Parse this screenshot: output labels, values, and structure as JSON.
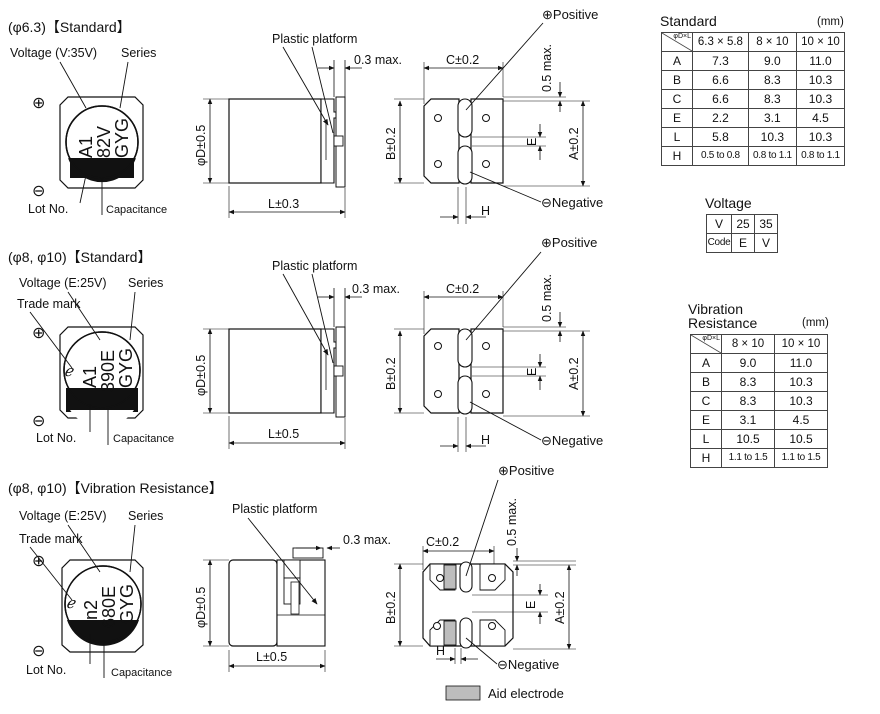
{
  "sections": [
    {
      "title": "(φ6.3)【Standard】",
      "marking": {
        "line1": "A1",
        "line2": "82V",
        "line3": "GYG"
      },
      "labels": {
        "voltage": "Voltage (V:35V)",
        "series": "Series",
        "trade_mark": "",
        "lot": "Lot No.",
        "capacitance": "Capacitance",
        "plus": "⊕",
        "minus": "⊖"
      },
      "side": {
        "platform": "Plastic platform",
        "max": "0.3 max.",
        "diameter": "φD±0.5",
        "length": "L±0.3"
      },
      "bottom": {
        "c": "C±0.2",
        "b": "B±0.2",
        "a": "A±0.2",
        "e": "E",
        "h": "H",
        "max": "0.5 max.",
        "positive": "⊕Positive",
        "negative": "⊖Negative"
      }
    },
    {
      "title": "(φ8, φ10)【Standard】",
      "marking": {
        "line1": "A1",
        "line2": "390E",
        "line3": "GYG"
      },
      "labels": {
        "voltage": "Voltage (E:25V)",
        "series": "Series",
        "trade_mark": "Trade mark",
        "lot": "Lot No.",
        "capacitance": "Capacitance",
        "plus": "⊕",
        "minus": "⊖"
      },
      "side": {
        "platform": "Plastic platform",
        "max": "0.3 max.",
        "diameter": "φD±0.5",
        "length": "L±0.5"
      },
      "bottom": {
        "c": "C±0.2",
        "b": "B±0.2",
        "a": "A±0.2",
        "e": "E",
        "h": "H",
        "max": "0.5 max.",
        "positive": "⊕Positive",
        "negative": "⊖Negative"
      }
    },
    {
      "title": "(φ8, φ10)【Vibration Resistance】",
      "marking": {
        "line1": "n2",
        "line2": "680E",
        "line3": "GYG"
      },
      "labels": {
        "voltage": "Voltage (E:25V)",
        "series": "Series",
        "trade_mark": "Trade mark",
        "lot": "Lot No.",
        "capacitance": "Capacitance",
        "plus": "⊕",
        "minus": "⊖"
      },
      "side": {
        "platform": "Plastic platform",
        "max": "0.3 max.",
        "diameter": "φD±0.5",
        "length": "L±0.5"
      },
      "bottom": {
        "c": "C±0.2",
        "b": "B±0.2",
        "a": "A±0.2",
        "e": "E",
        "h": "H",
        "max": "0.5 max.",
        "positive": "⊕Positive",
        "negative": "⊖Negative"
      }
    }
  ],
  "legend": "Aid electrode",
  "tables": {
    "standard": {
      "title": "Standard",
      "unit": "(mm)",
      "corner": "φD×L",
      "columns": [
        "6.3 × 5.8",
        "8 × 10",
        "10 × 10"
      ],
      "rows": [
        {
          "key": "A",
          "vals": [
            "7.3",
            "9.0",
            "11.0"
          ]
        },
        {
          "key": "B",
          "vals": [
            "6.6",
            "8.3",
            "10.3"
          ]
        },
        {
          "key": "C",
          "vals": [
            "6.6",
            "8.3",
            "10.3"
          ]
        },
        {
          "key": "E",
          "vals": [
            "2.2",
            "3.1",
            "4.5"
          ]
        },
        {
          "key": "L",
          "vals": [
            "5.8",
            "10.3",
            "10.3"
          ]
        },
        {
          "key": "H",
          "vals": [
            "0.5 to 0.8",
            "0.8 to 1.1",
            "0.8 to 1.1"
          ]
        }
      ]
    },
    "voltage": {
      "title": "Voltage",
      "row1": [
        "V",
        "25",
        "35"
      ],
      "row2": [
        "Code",
        "E",
        "V"
      ]
    },
    "vibration": {
      "title": "Vibration\nResistance",
      "unit": "(mm)",
      "corner": "φD×L",
      "columns": [
        "8 × 10",
        "10 × 10"
      ],
      "rows": [
        {
          "key": "A",
          "vals": [
            "9.0",
            "11.0"
          ]
        },
        {
          "key": "B",
          "vals": [
            "8.3",
            "10.3"
          ]
        },
        {
          "key": "C",
          "vals": [
            "8.3",
            "10.3"
          ]
        },
        {
          "key": "E",
          "vals": [
            "3.1",
            "4.5"
          ]
        },
        {
          "key": "L",
          "vals": [
            "10.5",
            "10.5"
          ]
        },
        {
          "key": "H",
          "vals": [
            "1.1 to 1.5",
            "1.1 to 1.5"
          ]
        }
      ]
    }
  }
}
